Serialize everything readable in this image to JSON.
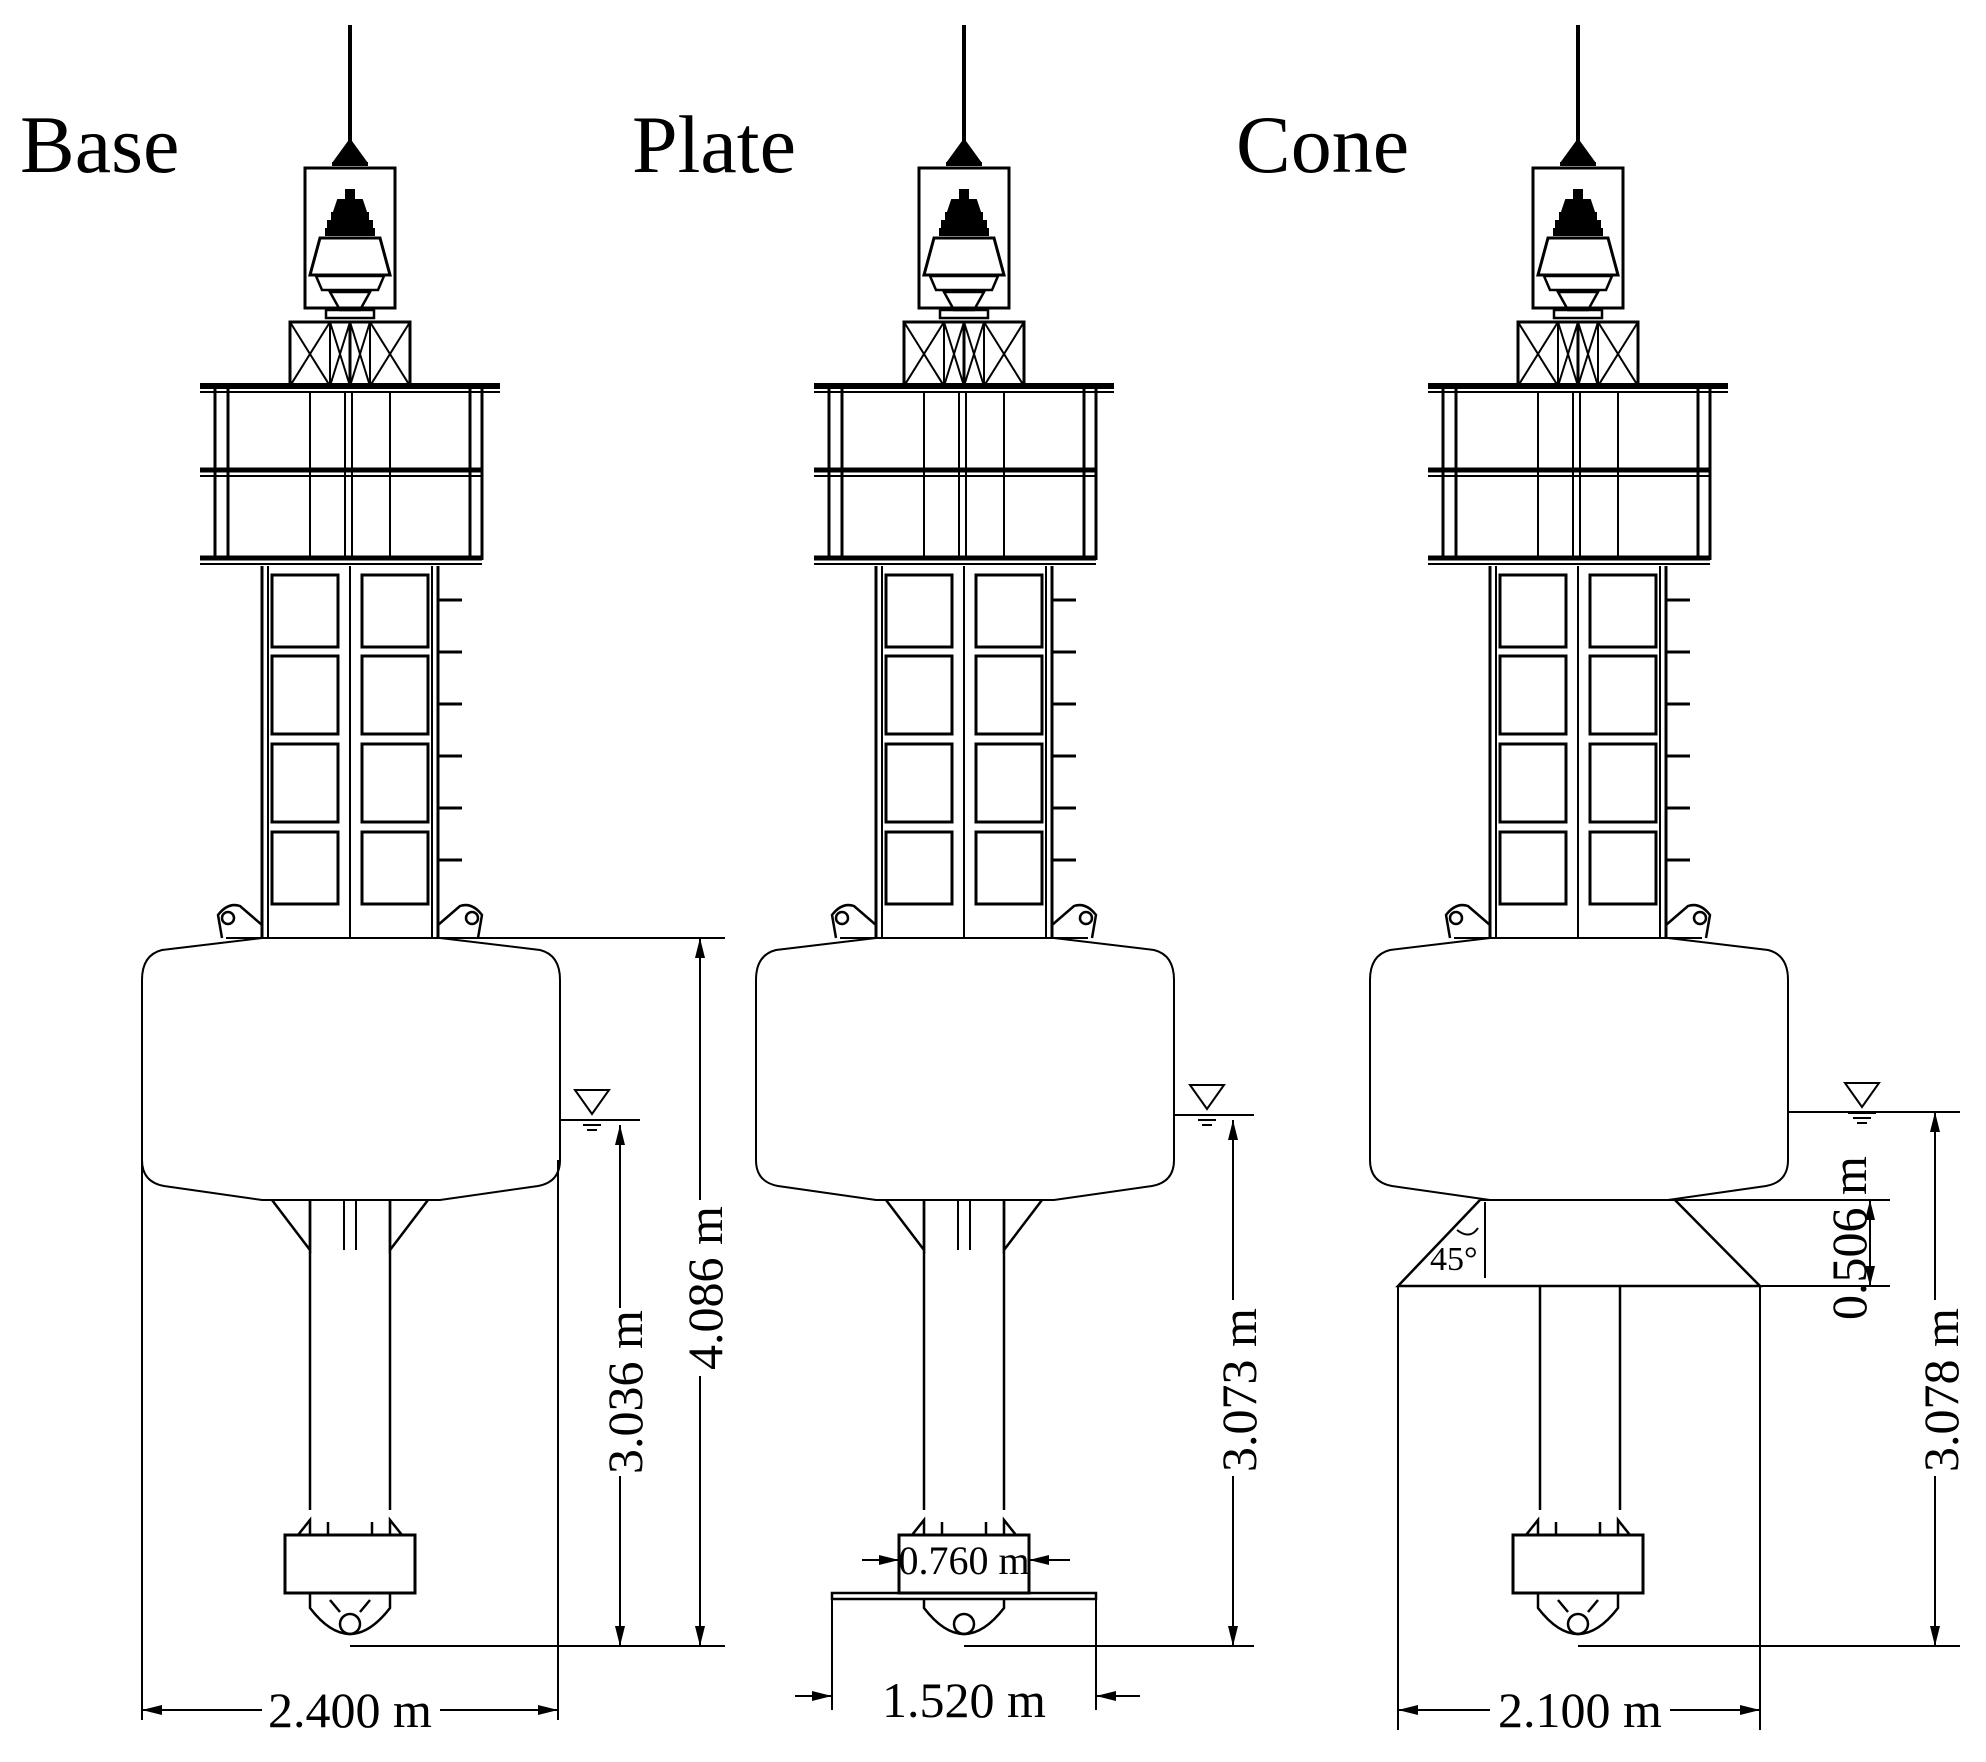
{
  "panels": [
    {
      "title": "Base",
      "draft_label": "3.036 m",
      "height_label": "4.086 m",
      "width_label": "2.400 m"
    },
    {
      "title": "Plate",
      "draft_label": "3.073 m",
      "plate_label": "0.760 m",
      "width_label": "1.520 m"
    },
    {
      "title": "Cone",
      "cone_height_label": "0.506 m",
      "draft_label": "3.078 m",
      "angle_label": "45°",
      "width_label": "2.100 m"
    }
  ],
  "colors": {
    "line": "#000000",
    "background": "#ffffff"
  }
}
